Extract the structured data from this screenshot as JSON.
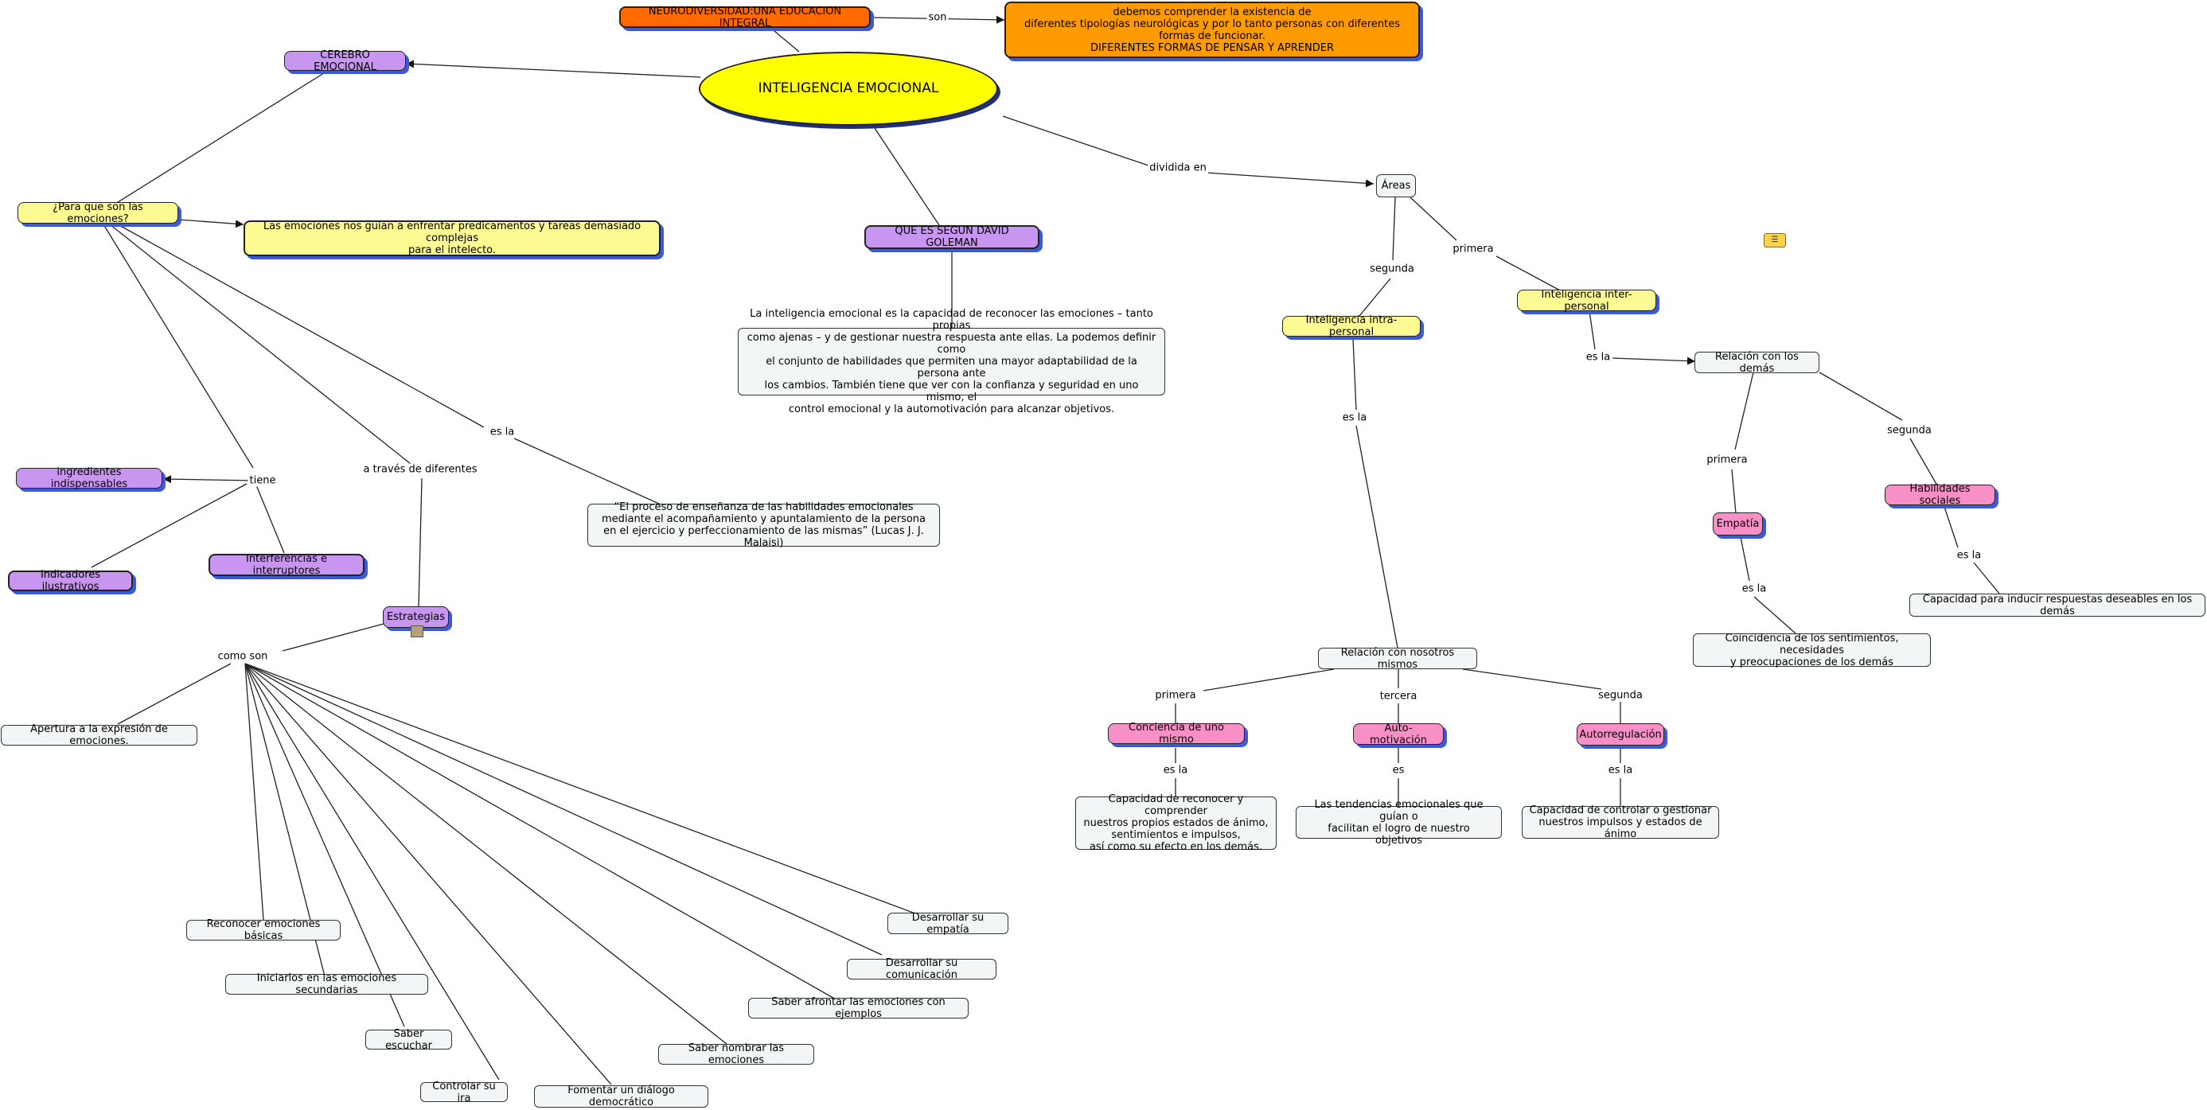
{
  "nodes": {
    "neuro": "NEURODIVERSIDAD:UNA EDUCACION INTEGRAL",
    "debemos": "debemos comprender la existencia de\ndiferentes tipologías neurológicas y por lo tanto personas con diferentes formas de funcionar.\nDIFERENTES FORMAS DE PENSAR Y APRENDER",
    "inteligencia": "INTELIGENCIA EMOCIONAL",
    "cerebro": "CEREBRO EMOCIONAL",
    "para_que": "¿Para que son las emociones?",
    "emociones_guian": "Las emociones nos guían a enfrentar predicamentos y tareas demasiado complejas\npara el intelecto.",
    "goleman": "QUE ES SEGUN DAVID GOLEMAN",
    "definicion": "La inteligencia emocional es la capacidad de reconocer las emociones – tanto propias\ncomo ajenas – y de gestionar nuestra respuesta ante ellas. La podemos definir como\nel conjunto de habilidades que permiten una mayor adaptabilidad de la persona ante\nlos cambios. También tiene que ver con la confianza y seguridad en uno mismo, el\ncontrol emocional y la automotivación para alcanzar objetivos.",
    "areas": "Áreas",
    "intra": "Inteligencia intra-personal",
    "inter": "Inteligencia inter-personal",
    "relacion_demas": "Relación con los demás",
    "empatia": "Empatía",
    "habilidades": "Habilidades sociales",
    "coincidencia": "Coincidencia de los sentimientos, necesidades\ny preocupaciones de los demás",
    "capacidad_inducir": "Capacidad para inducir respuestas deseables en los demás",
    "relacion_mismos": "Relación con nosotros mismos",
    "conciencia": "Conciencia de uno mismo",
    "automotivacion": "Auto-motivación",
    "autorregulacion": "Autorregulación",
    "cap_reconocer": "Capacidad de reconocer y comprender\nnuestros propios estados de ánimo,\nsentimientos e impulsos,\nasí como su efecto en los demás.",
    "tendencias": "Las tendencias emocionales que guían o\nfacilitan el logro de nuestro objetivos",
    "cap_controlar": "Capacidad de controlar o gestionar\nnuestros impulsos y estados de ánimo",
    "ingredientes": "ingredientes indispensables",
    "indicadores": "Indicadores ilustrativos",
    "interferencias": "Interferencias e interruptores",
    "proceso": "“El proceso de enseñanza de las habilidades emocionales\nmediante el acompañamiento y apuntalamiento de la persona\nen el ejercicio y perfeccionamiento de las mismas” (Lucas J. J. Malaisi)",
    "estrategias": "Estrategias",
    "apertura": "Apertura a la expresión de emociones.",
    "reconocer": "Reconocer emociones básicas",
    "iniciarlos": "Iniciarlos en las emociones secundarias",
    "escuchar": "Saber escuchar",
    "ira": "Controlar su ira",
    "fomentar": "Fomentar un diálogo democrático",
    "nombrar": "Saber nombrar las emociones",
    "afrontar": "Saber afrontar las emociones con ejemplos",
    "comunicacion": "Desarrollar su comunicación",
    "empatia2": "Desarrollar su empatía"
  },
  "links": {
    "son": "son",
    "dividida_en": "dividida en",
    "segunda": "segunda",
    "primera": "primera",
    "es_la_inter": "es la",
    "primera2": "primera",
    "segunda2": "segunda",
    "es_la_emp": "es la",
    "es_la_hab": "es la",
    "es_la_intra": "es la",
    "primera3": "primera",
    "tercera": "tercera",
    "segunda3": "segunda",
    "es_la_conc": "es la",
    "es": "es",
    "es_la_auto": "es la",
    "tiene": "tiene",
    "a_traves": "a través de diferentes",
    "es_la_proc": "es la",
    "como_son": "como son"
  },
  "colors": {
    "line": "#222222",
    "shadow": "#3b5bd6",
    "ellipse": "#ffff00",
    "purple": "#c896f0",
    "yellow": "#fdf993",
    "pink": "#f98fc7",
    "orange": "#ff9a00",
    "orange_dark": "#ff6a00",
    "note": "#f2f6f6"
  },
  "icons": [
    "attachment-icon",
    "resources-icon"
  ]
}
